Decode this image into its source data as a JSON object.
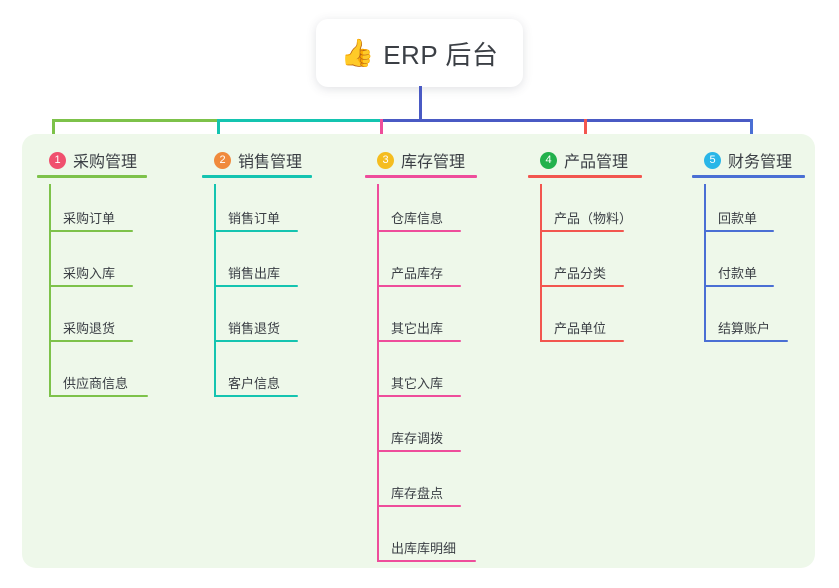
{
  "root": {
    "icon": "thumbs-up-icon",
    "emoji": "👍",
    "title": "ERP 后台",
    "stem_color": "#4a5ac4"
  },
  "palette": {
    "panel_bg": "#eef8ea",
    "page_bg": "#ffffff",
    "text": "#3b3f45"
  },
  "columns": [
    {
      "index": "1",
      "title": "采购管理",
      "color": "#7dc24a",
      "badge_color": "#f0506e",
      "items": [
        {
          "label": "采购订单"
        },
        {
          "label": "采购入库"
        },
        {
          "label": "采购退货"
        },
        {
          "label": "供应商信息"
        }
      ]
    },
    {
      "index": "2",
      "title": "销售管理",
      "color": "#14c4b0",
      "badge_color": "#f08a3c",
      "items": [
        {
          "label": "销售订单"
        },
        {
          "label": "销售出库"
        },
        {
          "label": "销售退货"
        },
        {
          "label": "客户信息"
        }
      ]
    },
    {
      "index": "3",
      "title": "库存管理",
      "color": "#ee4d9b",
      "badge_color": "#f5bd1f",
      "items": [
        {
          "label": "仓库信息"
        },
        {
          "label": "产品库存"
        },
        {
          "label": "其它出库"
        },
        {
          "label": "其它入库"
        },
        {
          "label": "库存调拨"
        },
        {
          "label": "库存盘点"
        },
        {
          "label": "出库库明细"
        }
      ]
    },
    {
      "index": "4",
      "title": "产品管理",
      "color": "#f2564f",
      "badge_color": "#22b14c",
      "items": [
        {
          "label": "产品（物料）"
        },
        {
          "label": "产品分类"
        },
        {
          "label": "产品单位"
        }
      ]
    },
    {
      "index": "5",
      "title": "财务管理",
      "color": "#4a6fd4",
      "badge_color": "#29b6e8",
      "items": [
        {
          "label": "回款单"
        },
        {
          "label": "付款单"
        },
        {
          "label": "结算账户"
        }
      ]
    }
  ]
}
